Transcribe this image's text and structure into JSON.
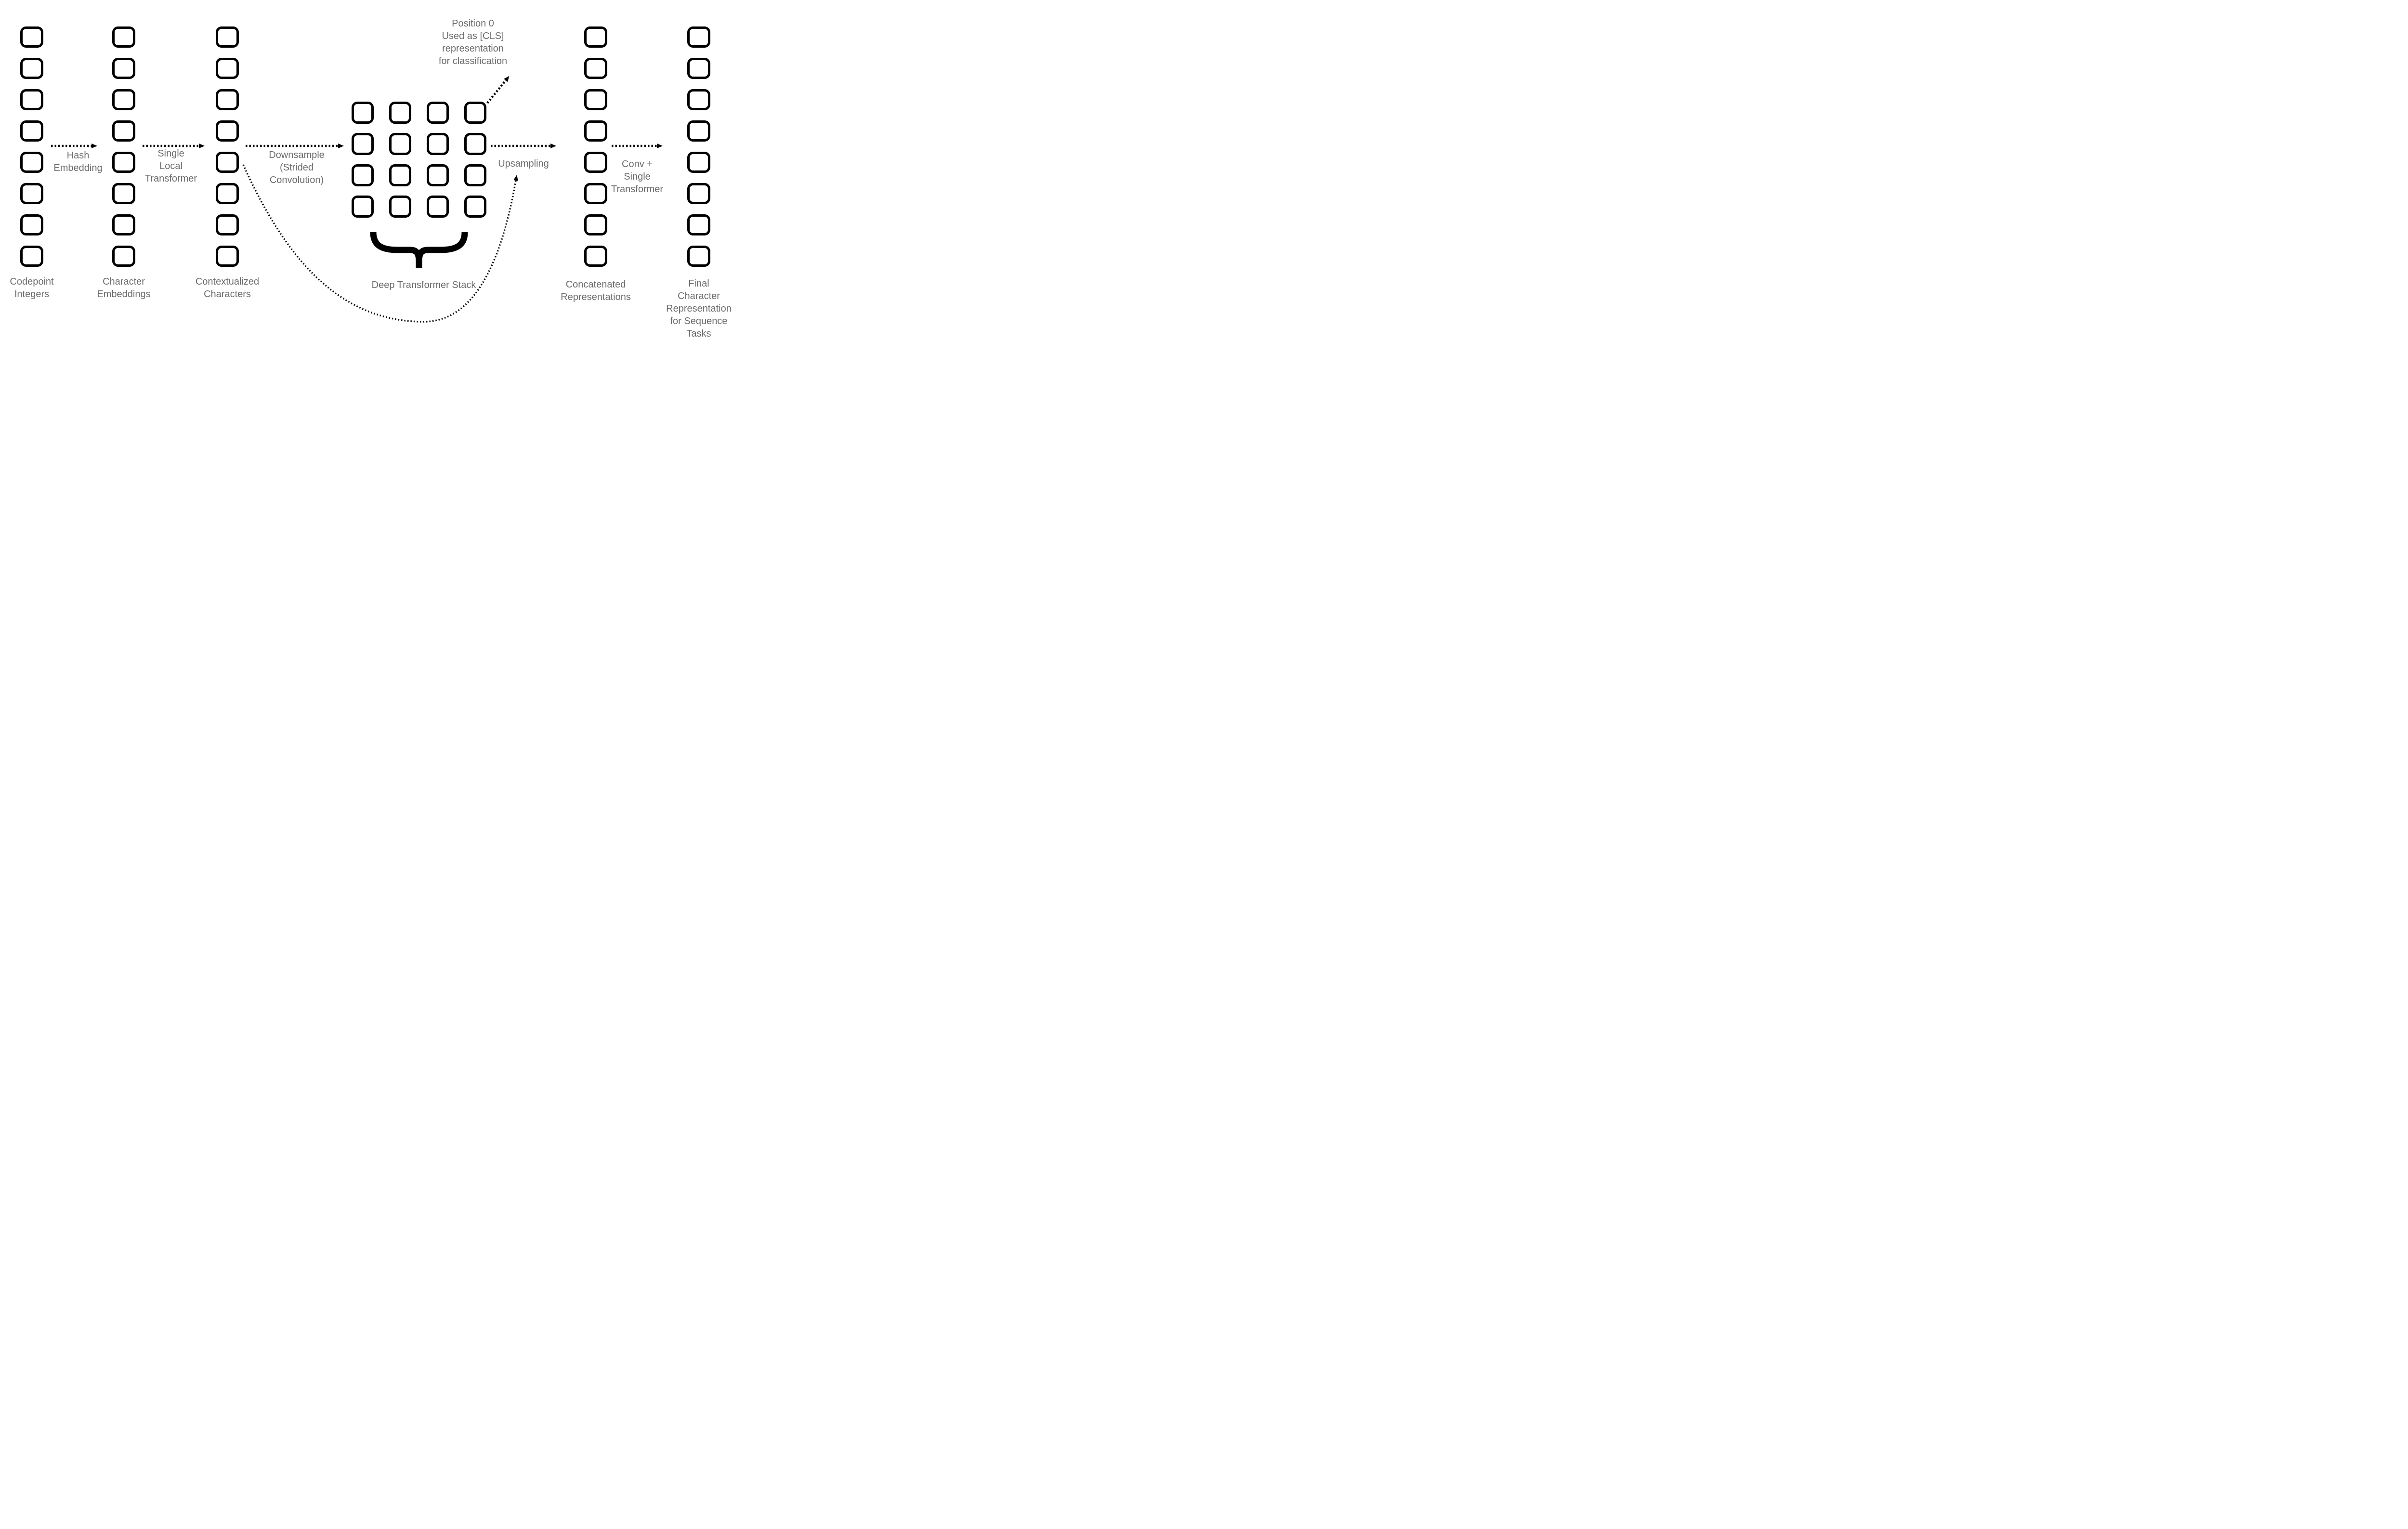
{
  "colors": {
    "ink": "#000000",
    "text": "#6b6b6b",
    "background": "#ffffff"
  },
  "columns": [
    {
      "name": "codepoint-integers",
      "label": "Codepoint\nIntegers",
      "box_count": 8
    },
    {
      "name": "character-embeddings",
      "label": "Character\nEmbeddings",
      "box_count": 8
    },
    {
      "name": "contextualized-characters",
      "label": "Contextualized\nCharacters",
      "box_count": 8
    },
    {
      "name": "concatenated-representations",
      "label": "Concatenated\nRepresentations",
      "box_count": 8
    },
    {
      "name": "final-character-representation",
      "label": "Final\nCharacter\nRepresentation\nfor Sequence Tasks",
      "box_count": 8
    }
  ],
  "stack": {
    "label": "Deep Transformer Stack",
    "rows": 4,
    "cols": 4,
    "cell_count": 16
  },
  "arrows": {
    "hash_embedding": "Hash\nEmbedding",
    "single_local_transformer": "Single\nLocal\nTransformer",
    "downsample": "Downsample\n(Strided\nConvolution)",
    "upsampling": "Upsampling",
    "conv_single_transformer": "Conv +\nSingle\nTransformer"
  },
  "annotations": {
    "cls_note": "Position 0\nUsed as [CLS]\nrepresentation\nfor classification"
  }
}
